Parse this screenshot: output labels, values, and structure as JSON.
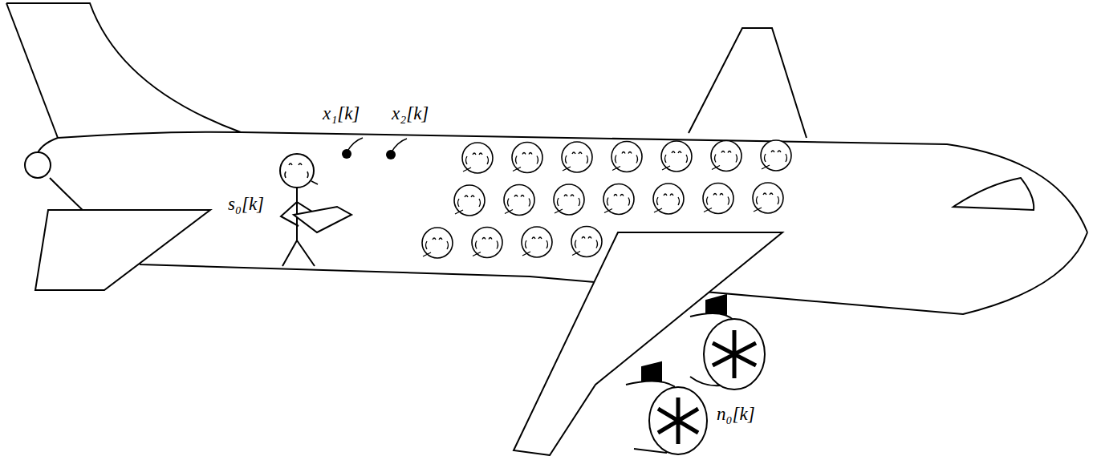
{
  "diagram": {
    "labels": [
      "x₁[k]",
      "x₂[k]",
      "s₀[k]",
      "n₀[k]"
    ]
  }
}
